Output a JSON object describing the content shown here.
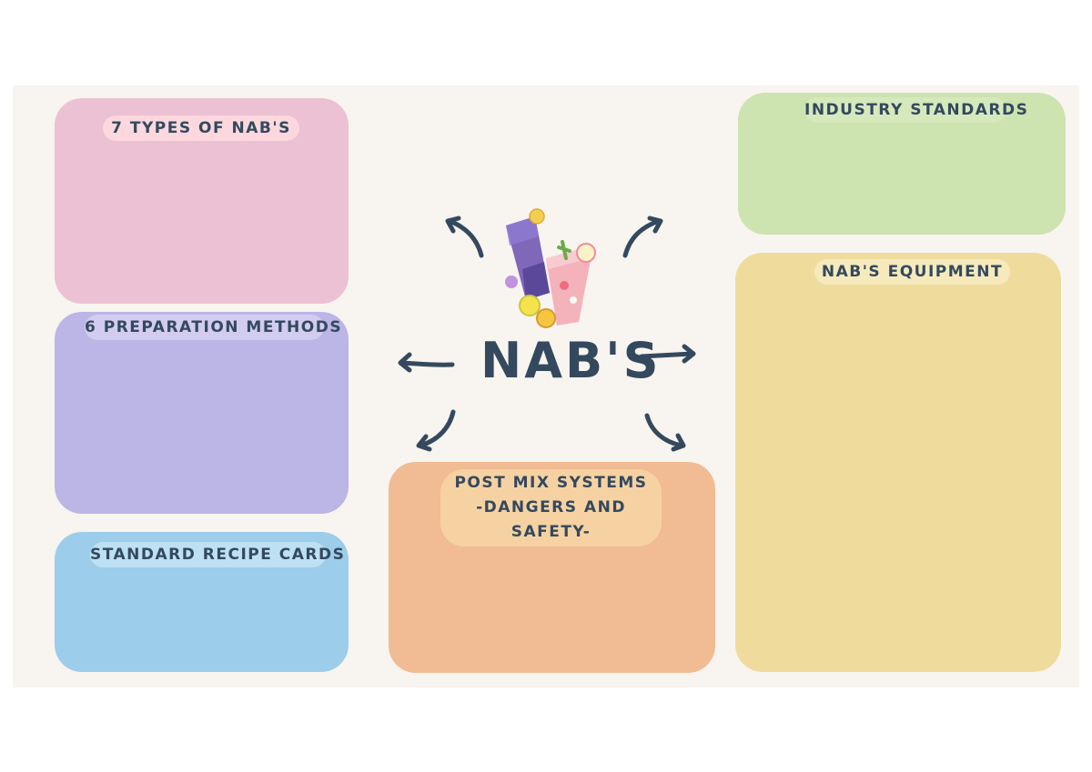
{
  "center": {
    "title": "NAB'S"
  },
  "boxes": {
    "types": {
      "label": "7 TYPES OF NAB'S",
      "color": "#ecc1d3"
    },
    "preparation": {
      "label": "6 PREPARATION METHODS",
      "color": "#bbb6e6"
    },
    "recipe": {
      "label": "STANDARD RECIPE CARDS",
      "color": "#9ccdea"
    },
    "post_mix": {
      "label_line1": "POST MIX SYSTEMS",
      "label_line2": "-DANGERS AND SAFETY-",
      "color": "#f1bb93"
    },
    "industry": {
      "label": "INDUSTRY STANDARDS",
      "color": "#cde3b0"
    },
    "equipment": {
      "label": "NAB'S EQUIPMENT",
      "color": "#efdc9c"
    }
  },
  "icons": {
    "center_image": "drinks-illustration",
    "connector": "curved-arrow-icon"
  },
  "colors": {
    "text": "#34495e",
    "background": "#f8f4ef"
  }
}
